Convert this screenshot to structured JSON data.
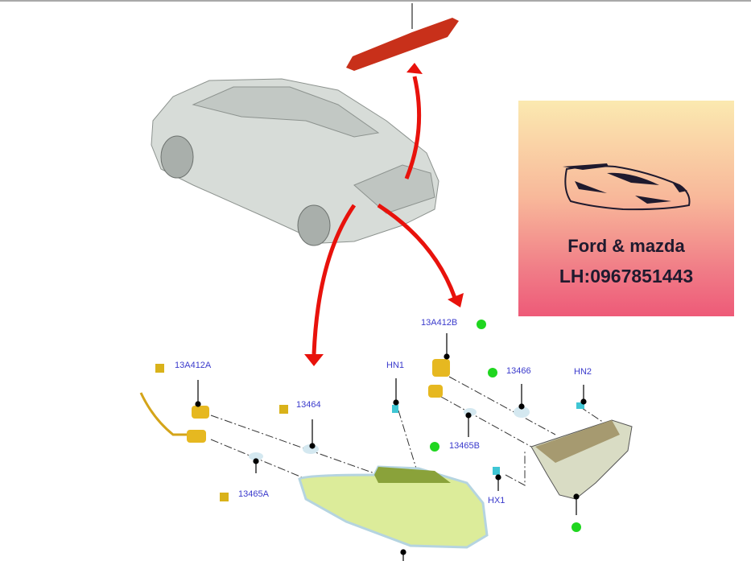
{
  "diagram": {
    "part_labels": {
      "a412b": "13A412B",
      "a412a": "13A412A",
      "p13464": "13464",
      "p13465a": "13465A",
      "hn1": "HN1",
      "p13466": "13466",
      "hn2": "HN2",
      "p13465b": "13465B",
      "hx1": "HX1"
    },
    "colors": {
      "arrow": "#e8120c",
      "label": "#3a3acc",
      "marker_square": "#d9b21a",
      "marker_dot": "#1fd61f",
      "brake_light": "#c8301a"
    }
  },
  "ad_banner": {
    "brand": "Ford & mazda",
    "phone": "LH:0967851443"
  }
}
